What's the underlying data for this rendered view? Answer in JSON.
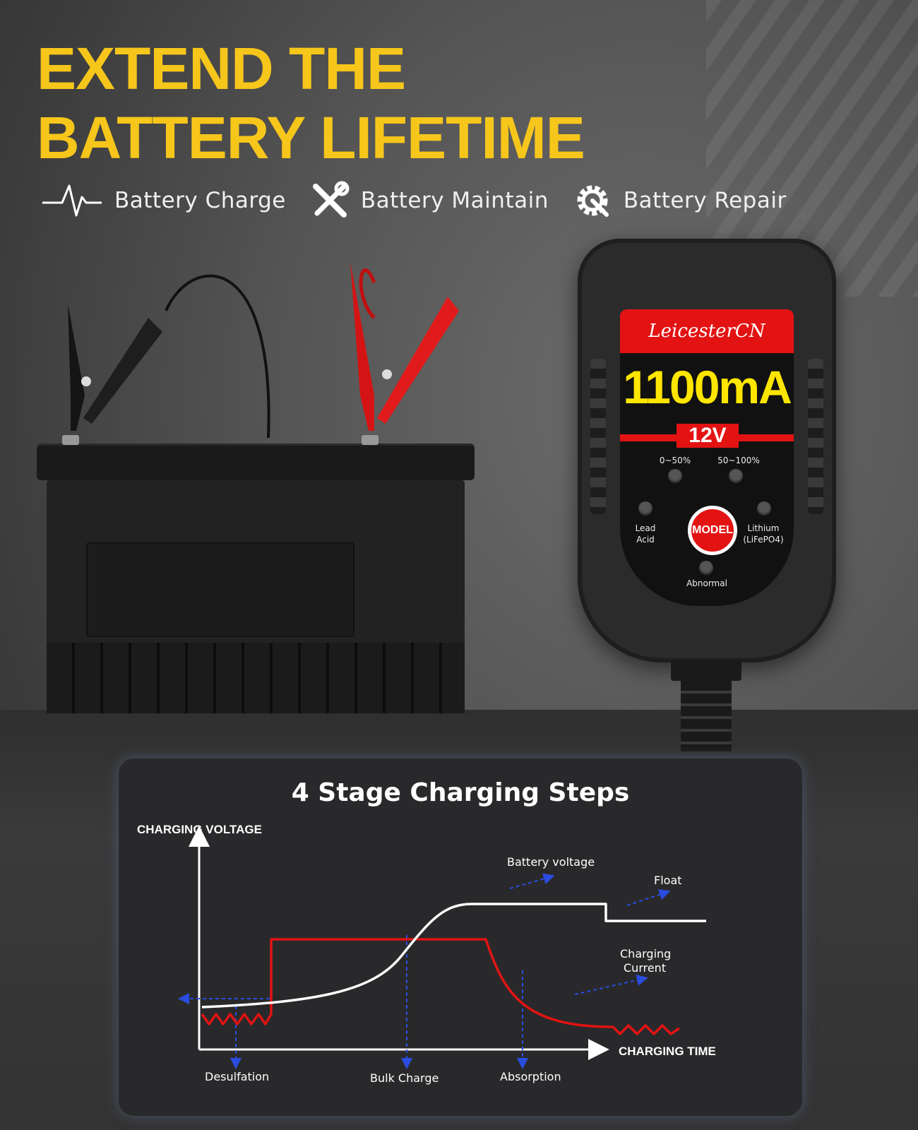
{
  "headline": {
    "line1": "EXTEND THE",
    "line2": "BATTERY LIFETIME"
  },
  "features": [
    {
      "icon": "pulse-icon",
      "label": "Battery Charge"
    },
    {
      "icon": "tools-icon",
      "label": "Battery Maintain"
    },
    {
      "icon": "gear-wrench-icon",
      "label": "Battery Repair"
    }
  ],
  "charger": {
    "brand": "LeicesterCN",
    "current": "1100mA",
    "voltage": "12V",
    "indicators": {
      "low": "0~50%",
      "high": "50~100%",
      "lead_acid": "Lead Acid",
      "lithium": "Lithium (LiFePO4)",
      "abnormal": "Abnormal"
    },
    "button": "MODEL"
  },
  "chart": {
    "title": "4 Stage Charging Steps",
    "y_axis": "CHARGING VOLTAGE",
    "x_axis": "CHARGING TIME",
    "annotations": {
      "battery_voltage": "Battery voltage",
      "float": "Float",
      "charging_current_1": "Charging",
      "charging_current_2": "Current"
    },
    "stages": [
      "Desulfation",
      "Bulk Charge",
      "Absorption"
    ]
  },
  "colors": {
    "accent": "#f7c61b",
    "brand_red": "#e31313",
    "amp_yellow": "#ffe600",
    "current_line": "#e31313",
    "voltage_line": "#ffffff",
    "guide_blue": "#1e3fd6"
  }
}
